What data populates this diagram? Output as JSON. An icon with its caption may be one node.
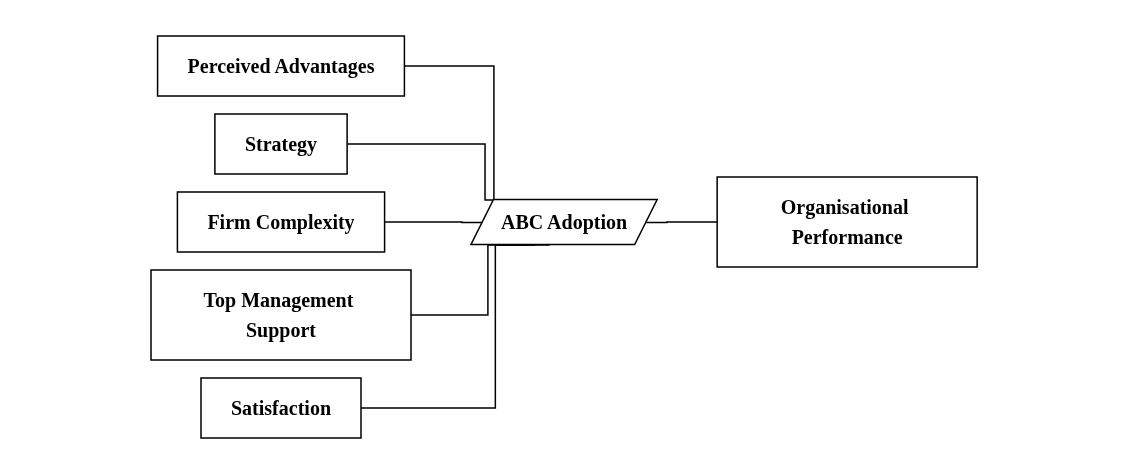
{
  "diagram": {
    "nodes": [
      {
        "text": [
          "Perceived Advantages"
        ]
      },
      {
        "text": [
          "Strategy"
        ]
      },
      {
        "text": [
          "Firm Complexity"
        ]
      },
      {
        "text": [
          "Top Management Support"
        ]
      },
      {
        "text": [
          "Satisfaction"
        ]
      },
      {
        "text": [
          "ABC Adoption"
        ]
      },
      {
        "text": [
          "Organisational Performance"
        ]
      }
    ],
    "edges": [
      {
        "from": 0,
        "to": 5,
        "arrow": "none"
      },
      {
        "from": 1,
        "to": 5,
        "arrow": "none"
      },
      {
        "from": 2,
        "to": 5,
        "arrow": "none"
      },
      {
        "from": 3,
        "to": 5,
        "arrow": "none"
      },
      {
        "from": 4,
        "to": 5,
        "arrow": "none"
      },
      {
        "from": 5,
        "to": 6,
        "arrow": "none"
      }
    ]
  }
}
